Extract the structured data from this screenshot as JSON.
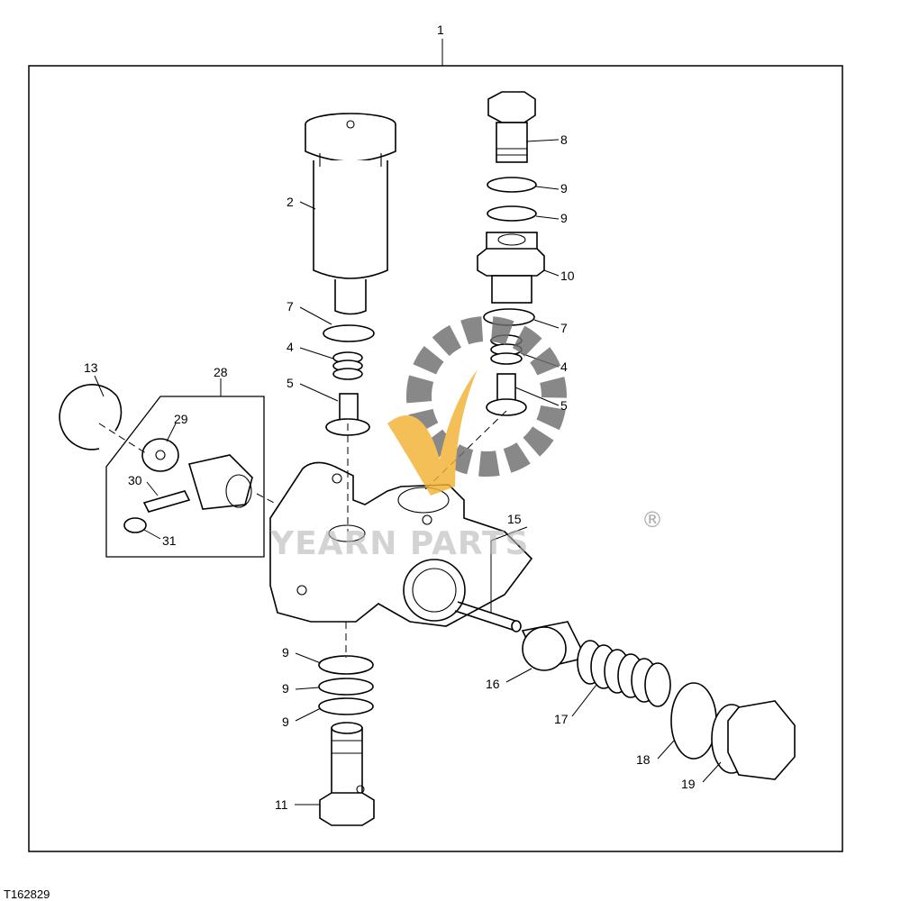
{
  "figure_id": "T162829",
  "labels": {
    "l1": "1",
    "l2": "2",
    "l4a": "4",
    "l4b": "4",
    "l5a": "5",
    "l5b": "5",
    "l7a": "7",
    "l7b": "7",
    "l8": "8",
    "l9a": "9",
    "l9b": "9",
    "l9c": "9",
    "l9d": "9",
    "l9e": "9",
    "l10": "10",
    "l11": "11",
    "l13": "13",
    "l15": "15",
    "l16": "16",
    "l17": "17",
    "l18": "18",
    "l19": "19",
    "l28": "28",
    "l29": "29",
    "l30": "30",
    "l31": "31"
  },
  "watermark": {
    "text": "YEARN PARTS",
    "registered_mark": "®",
    "gear_color": "#6e6e6e",
    "leaf_color": "#f2b233"
  }
}
